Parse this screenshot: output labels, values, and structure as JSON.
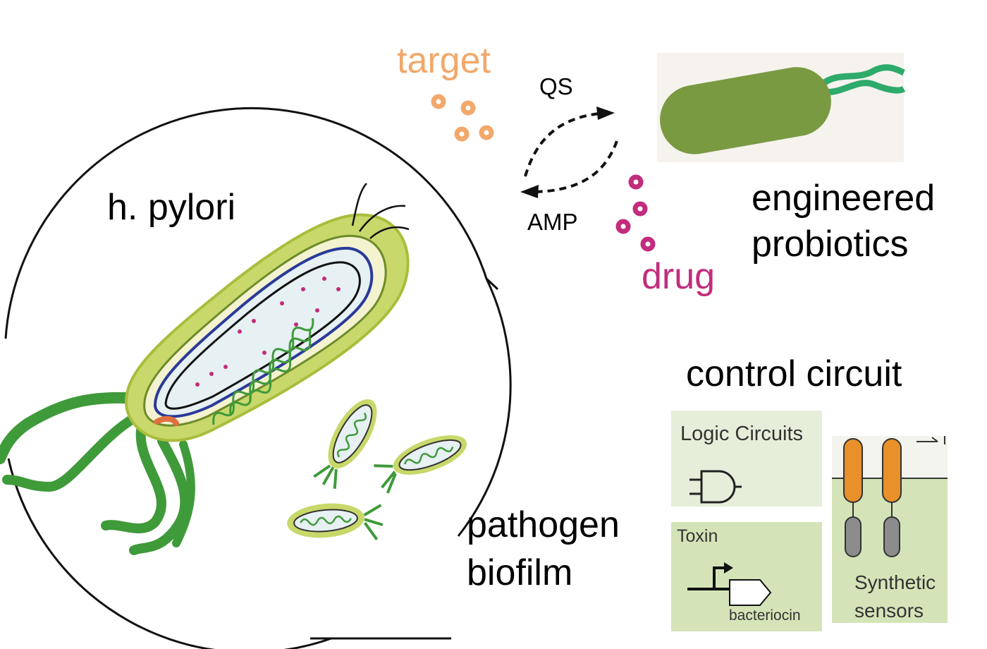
{
  "labels": {
    "target": "target",
    "qs": "QS",
    "amp": "AMP",
    "drug": "drug",
    "h_pylori": "h. pylori",
    "engineered": "engineered",
    "probiotics": "probiotics",
    "control_circuit": "control circuit",
    "pathogen": "pathogen",
    "biofilm": "biofilm"
  },
  "panels": {
    "logic": "Logic Circuits",
    "toxin": "Toxin",
    "bacteriocin": "bacteriocin",
    "synthetic": "Synthetic",
    "sensors": "sensors"
  },
  "colors": {
    "target": "#f2a86a",
    "drug": "#c22c7c",
    "probiotic_body": "#7a9a42",
    "flagella_green": "#2eaa6a",
    "pathogen_outer": "#c8d86a",
    "panel_bg": "#d4e4b8",
    "sensor_orange": "#e8902a",
    "sensor_gray": "#8c8c8c"
  }
}
